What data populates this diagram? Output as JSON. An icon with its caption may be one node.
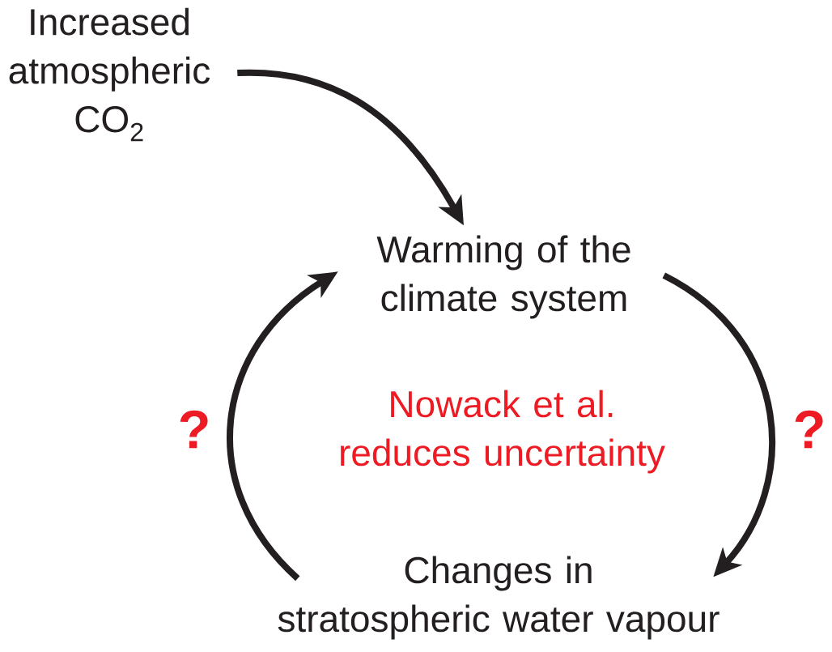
{
  "diagram": {
    "nodes": [
      {
        "text": [
          "Increased atmospheric CO$_{2}$"
        ]
      },
      {
        "text": [
          "Warming of the climate system"
        ]
      },
      {
        "text": [
          "Changes in stratospheric water vapour"
        ]
      }
    ],
    "edges": [
      {
        "from": 0,
        "to": 1,
        "arrow": "to"
      },
      {
        "from": 1,
        "to": 2,
        "arrow": "to",
        "label": "?"
      },
      {
        "from": 2,
        "to": 1,
        "arrow": "to",
        "label": "?"
      }
    ],
    "labels": [
      "Nowack et al. reduces uncertainty"
    ]
  }
}
